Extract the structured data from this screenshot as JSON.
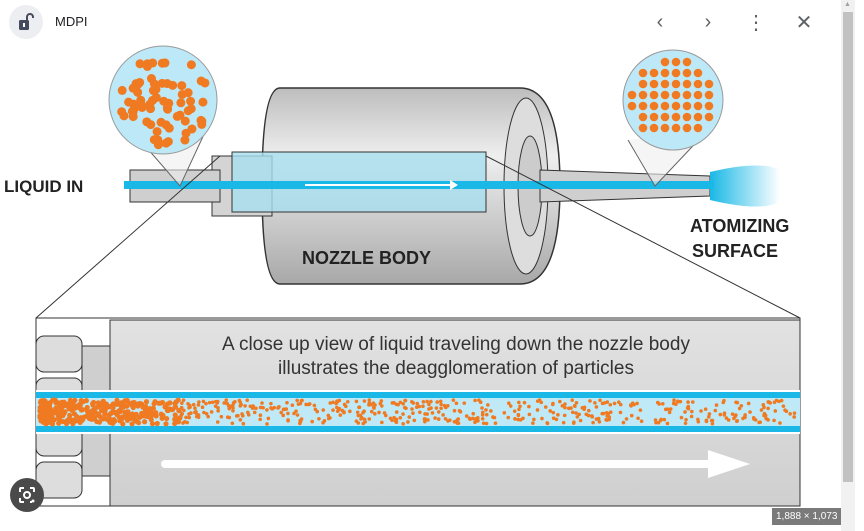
{
  "header": {
    "source": "MDPI",
    "icons": [
      "unlock-icon",
      "chevron-left-icon",
      "chevron-right-icon",
      "more-vert-icon",
      "close-icon"
    ]
  },
  "diagram": {
    "liquid_in": "LIQUID IN",
    "nozzle_body": "NOZZLE BODY",
    "atomizing_1": "ATOMIZING",
    "atomizing_2": "SURFACE",
    "caption_1": "A close up view of liquid traveling down the nozzle body",
    "caption_2": "illustrates the deagglomeration of particles",
    "colors": {
      "particle": "#f07a22",
      "liquid": "#19b8e6",
      "body": "#d8d8d8"
    }
  },
  "image_size": "1,888 × 1,073"
}
